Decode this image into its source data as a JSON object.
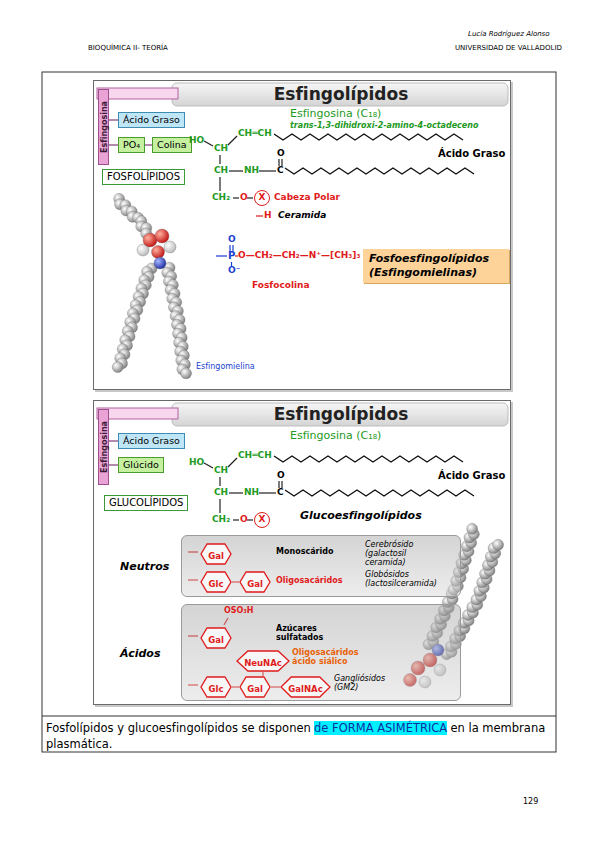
{
  "diagram": {
    "nodes": [
      {
        "text": [
          "Esfingolípidos"
        ]
      },
      {
        "text": [
          "Esfingosina"
        ],
        "in": 0
      },
      {
        "text": [
          "Ácido Graso"
        ],
        "in": 0
      },
      {
        "text": [
          "PO₄"
        ],
        "in": 0
      },
      {
        "text": [
          "Colina"
        ],
        "in": 0
      },
      {
        "text": [
          "FOSFOLÍPIDOS"
        ],
        "in": 0
      },
      {
        "text": [
          "X"
        ],
        "in": 0
      },
      {
        "text": [
          "Fosfoesfingolípidos (Esfingomielinas)"
        ],
        "in": 0
      },
      {
        "text": [
          "Esfingolípidos"
        ]
      },
      {
        "text": [
          "Esfingosina"
        ],
        "in": 8
      },
      {
        "text": [
          "Ácido Graso"
        ],
        "in": 8
      },
      {
        "text": [
          "Glúcido"
        ],
        "in": 8
      },
      {
        "text": [
          "GLUCOLÍPIDOS"
        ],
        "in": 8
      },
      {
        "text": [
          "X"
        ],
        "in": 8
      },
      {
        "text": [
          "Neutros"
        ],
        "in": 8
      },
      {
        "text": [
          "Gal"
        ],
        "in": 14
      },
      {
        "text": [
          "Glc"
        ],
        "in": 14
      },
      {
        "text": [
          "Gal"
        ],
        "in": 14
      },
      {
        "text": [
          "Ácidos"
        ],
        "in": 8
      },
      {
        "text": [
          "Gal"
        ],
        "in": 18
      },
      {
        "text": [
          "NeuNAc"
        ],
        "in": 18
      },
      {
        "text": [
          "Glc"
        ],
        "in": 18
      },
      {
        "text": [
          "Gal"
        ],
        "in": 18
      },
      {
        "text": [
          "GalNAc"
        ],
        "in": 18
      }
    ],
    "edges": [
      {
        "from": 1,
        "to": 2,
        "arrow": "none"
      },
      {
        "from": 1,
        "to": 3,
        "arrow": "none"
      },
      {
        "from": 3,
        "to": 4,
        "arrow": "none"
      },
      {
        "from": 9,
        "to": 10,
        "arrow": "none"
      },
      {
        "from": 9,
        "to": 11,
        "arrow": "none"
      },
      {
        "from": 16,
        "to": 17,
        "arrow": "none"
      },
      {
        "from": 21,
        "to": 22,
        "arrow": "none"
      },
      {
        "from": 22,
        "to": 23,
        "arrow": "none"
      },
      {
        "from": 22,
        "to": 20,
        "arrow": "none"
      }
    ],
    "labels": [
      "BIOQUÍMICA II- TEORÍA",
      "Lucía Rodríguez Alonso",
      "UNIVERSIDAD DE VALLADOLID",
      "Esfingosina (C₁₈)",
      "trans-1,3-dihidroxi-2-amino-4-octadeceno",
      "HO",
      "CH",
      "CH═CH",
      "Ácido Graso",
      "O",
      "CH",
      "NH",
      "C",
      "CH₂",
      "O",
      "Cabeza Polar",
      "H",
      "Ceramida",
      "P",
      "O",
      "O⁻",
      "O—CH₂—CH₂—N⁺—[CH₃]₃",
      "Fosfocolina",
      "Esfingomielina",
      "Esfingosina (C₁₈)",
      "HO",
      "CH",
      "CH═CH",
      "Ácido Graso",
      "O",
      "CH",
      "NH",
      "C",
      "CH₂",
      "O",
      "Glucoesfingolípidos",
      "Monoscárido",
      "Cerebrósido (galactosil ceramida)",
      "Oligosacáridos",
      "Globósidos (lactosilceramida)",
      "OSO₃H",
      "Azúcares sulfatados",
      "Oligosacáridos ácido siálico",
      "Gangliósidos (GM2)",
      "Fosfolípidos y glucoesfingolípidos se disponen",
      "de FORMA ASIMÉTRICA",
      "en la membrana plasmática.",
      "129"
    ]
  }
}
